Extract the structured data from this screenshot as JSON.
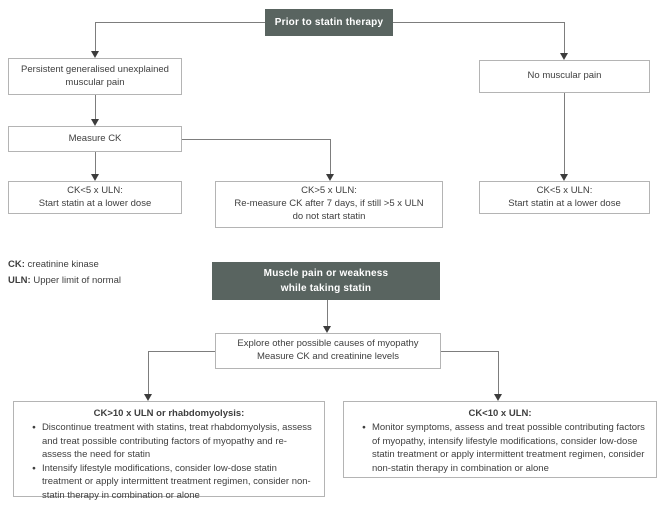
{
  "palette": {
    "dark_header_bg": "#596460",
    "box_border": "#b4b4b4",
    "line_color": "#7d7d7d",
    "arrow_color": "#3c3c3c",
    "text_color": "#3e3e3e",
    "header_text": "#ffffff",
    "background": "#ffffff"
  },
  "top": {
    "header": "Prior to statin therapy",
    "persistent_box": {
      "line1": "Persistent generalised unexplained",
      "line2": "muscular pain"
    },
    "no_pain_box": "No muscular pain",
    "measure_ck": "Measure CK",
    "result_low_left": {
      "line1": "CK<5 x ULN:",
      "line2": "Start statin at a lower dose"
    },
    "result_high_mid": {
      "line1": "CK>5 x ULN:",
      "line2": "Re-measure CK after 7 days, if still >5 x ULN",
      "line3": "do not start statin"
    },
    "result_low_right": {
      "line1": "CK<5 x ULN:",
      "line2": "Start statin at a lower dose"
    }
  },
  "legend": {
    "ck_term": "CK:",
    "ck_def": "creatinine kinase",
    "uln_term": "ULN:",
    "uln_def": "Upper limit of normal"
  },
  "middle": {
    "header_line1": "Muscle pain or weakness",
    "header_line2": "while taking statin",
    "explore_line1": "Explore other possible causes of myopathy",
    "explore_line2": "Measure CK and creatinine levels"
  },
  "bottom": {
    "left": {
      "title": "CK>10 x ULN or rhabdomyolysis:",
      "bullets": [
        "Discontinue treatment with statins, treat rhabdomyolysis, assess and treat possible contributing factors of myopathy and re-assess the need for statin",
        "Intensify lifestyle modifications, consider low-dose statin treatment or apply intermittent treatment regimen, consider non-statin therapy in combination or alone"
      ]
    },
    "right": {
      "title": "CK<10 x ULN:",
      "bullets": [
        "Monitor symptoms, assess and treat possible contributing factors of myopathy, intensify lifestyle modifications, consider low-dose statin treatment or apply intermittent treatment regimen, consider non-statin therapy in combination or alone"
      ]
    }
  }
}
